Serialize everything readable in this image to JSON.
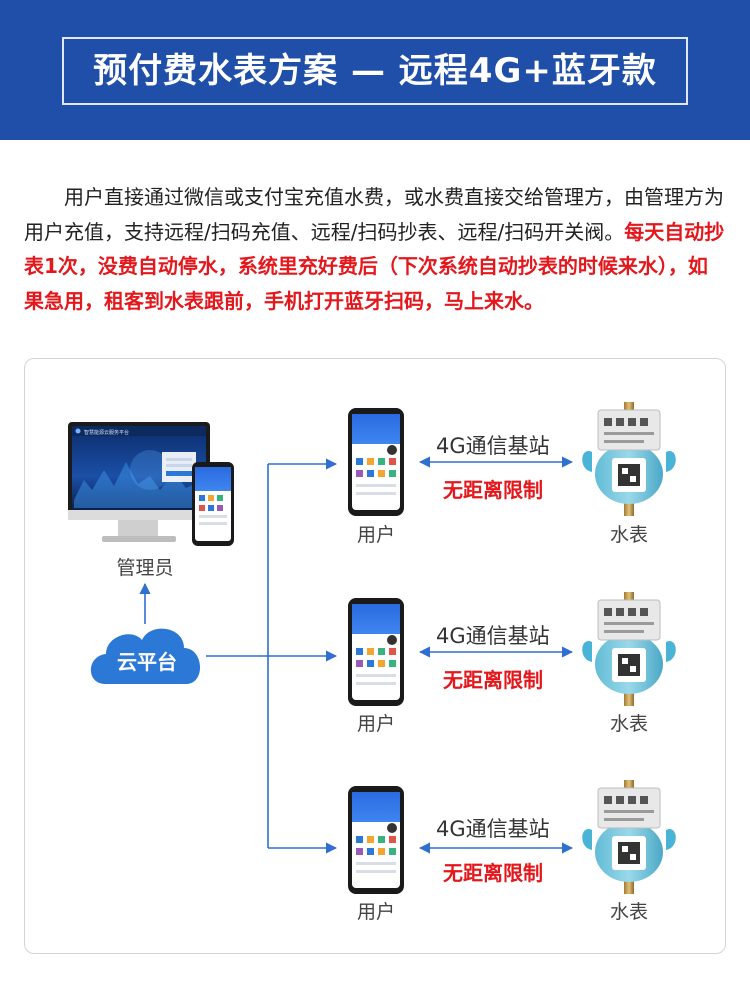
{
  "header": {
    "title": "预付费水表方案 — 远程4G+蓝牙款"
  },
  "description": {
    "normal": "用户直接通过微信或支付宝充值水费，或水费直接交给管理方，由管理方为用户充值，支持远程/扫码充值、远程/扫码抄表、远程/扫码开关阀。",
    "highlight": "每天自动抄表1次，没费自动停水，系统里充好费后（下次系统自动抄表的时候来水），如果急用，租客到水表跟前，手机打开蓝牙扫码，马上来水。"
  },
  "diagram": {
    "admin_label": "管理员",
    "cloud_label": "云平台",
    "monitor_title": "智慧能源云服务平台",
    "rows": [
      {
        "user_label": "用户",
        "station_label": "4G通信基站",
        "limit_label": "无距离限制",
        "meter_label": "水表"
      },
      {
        "user_label": "用户",
        "station_label": "4G通信基站",
        "limit_label": "无距离限制",
        "meter_label": "水表"
      },
      {
        "user_label": "用户",
        "station_label": "4G通信基站",
        "limit_label": "无距离限制",
        "meter_label": "水表"
      }
    ],
    "colors": {
      "arrow": "#2f6fcf",
      "cloud": "#2b78d6",
      "accent_red": "#e4181c",
      "header": "#1f4fa8"
    }
  }
}
